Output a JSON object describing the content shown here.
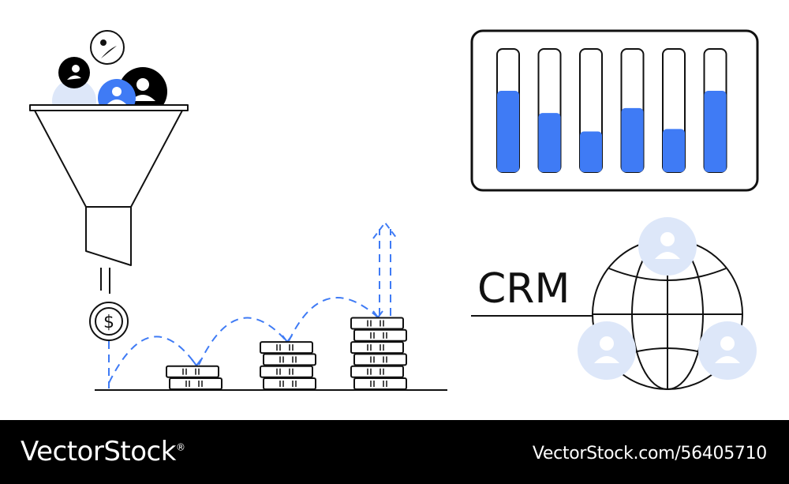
{
  "illustration": {
    "crm_label": "CRM",
    "colors": {
      "accent": "#3f7bf5",
      "accent_light": "#dde7f9",
      "stroke": "#111111"
    },
    "icons": [
      "funnel-icon",
      "user-avatar-icon",
      "dollar-coin-icon",
      "coin-stack-icon",
      "bar-meter-icon",
      "globe-icon",
      "arrow-up-icon"
    ],
    "level_meters": [
      0.66,
      0.48,
      0.33,
      0.52,
      0.35,
      0.66
    ],
    "coin_stack_heights": [
      2,
      4,
      6
    ]
  },
  "footer": {
    "brand": "VectorStock",
    "registered_mark": "®",
    "image_id": "VectorStock.com/56405710"
  }
}
